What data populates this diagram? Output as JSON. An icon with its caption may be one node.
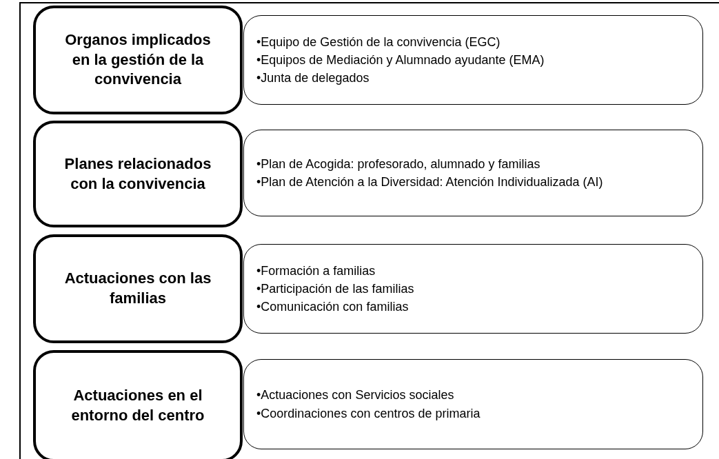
{
  "diagram": {
    "nodes": [
      {
        "text": [
          "Organos implicados en la gestión de la convivencia"
        ]
      },
      {
        "text": [
          "•Equipo de Gestión de la convivencia (EGC)",
          "•Equipos de Mediación y Alumnado ayudante (EMA)",
          "•Junta de delegados"
        ]
      },
      {
        "text": [
          "Planes relacionados con la convivencia"
        ]
      },
      {
        "text": [
          "•Plan de Acogida: profesorado, alumnado y familias",
          "•Plan de Atención a la Diversidad: Atención Individualizada (AI)"
        ]
      },
      {
        "text": [
          "Actuaciones con las familias"
        ]
      },
      {
        "text": [
          "•Formación a familias",
          "•Participación de las familias",
          "•Comunicación con familias"
        ]
      },
      {
        "text": [
          "Actuaciones en el entorno del centro"
        ]
      },
      {
        "text": [
          "•Actuaciones con Servicios sociales",
          "•Coordinaciones con centros de primaria"
        ]
      }
    ]
  }
}
